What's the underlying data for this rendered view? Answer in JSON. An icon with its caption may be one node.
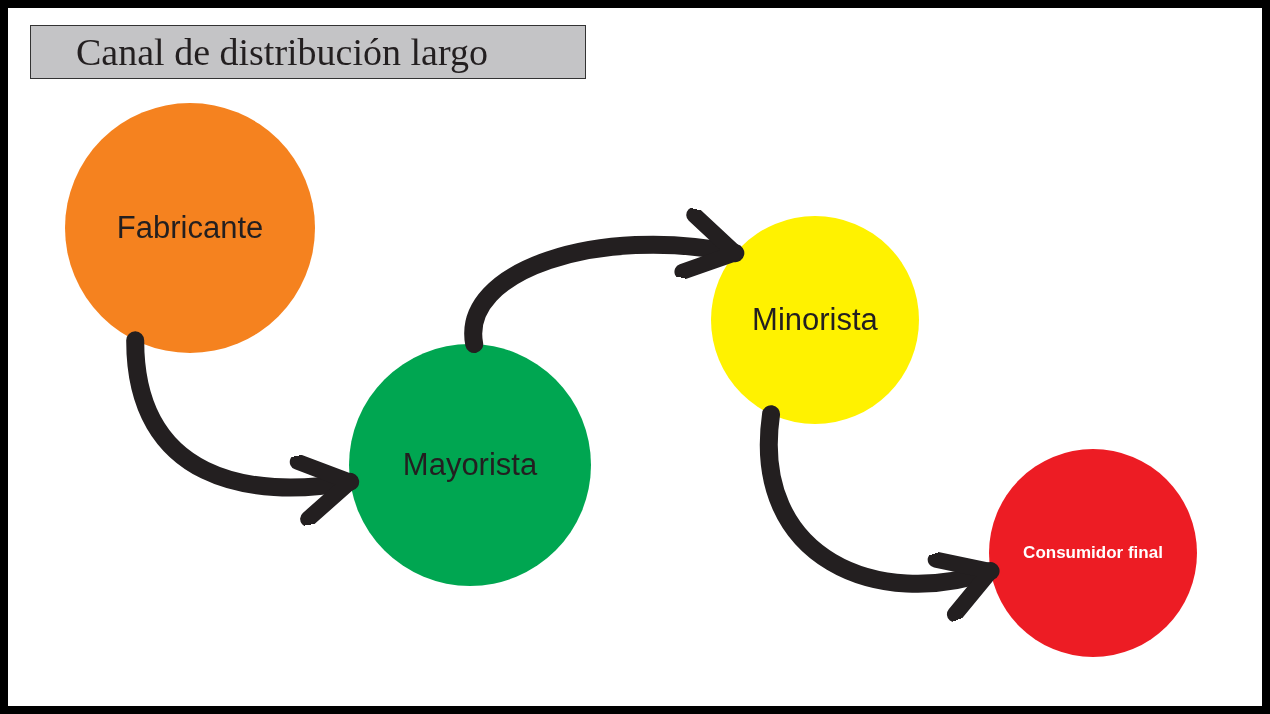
{
  "diagram": {
    "title": "Canal de distribución largo",
    "nodes": [
      {
        "text": [
          "Fabricante"
        ]
      },
      {
        "text": [
          "Mayorista"
        ]
      },
      {
        "text": [
          "Minorista"
        ]
      },
      {
        "text": [
          "Consumidor final"
        ]
      }
    ],
    "edges": [
      {
        "from": 0,
        "to": 1,
        "arrow": "to"
      },
      {
        "from": 1,
        "to": 2,
        "arrow": "to"
      },
      {
        "from": 2,
        "to": 3,
        "arrow": "to"
      }
    ]
  }
}
